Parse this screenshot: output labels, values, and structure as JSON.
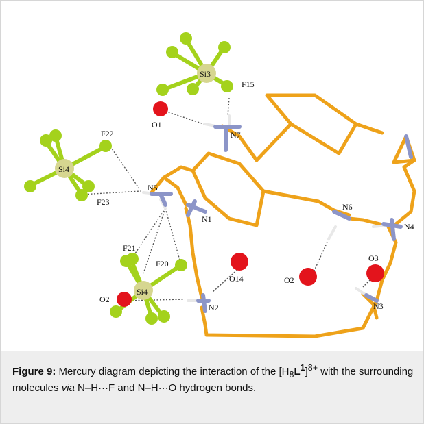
{
  "figure": {
    "atom_labels": {
      "si3": "Si3",
      "si4a": "Si4",
      "si4b": "Si4",
      "f15": "F15",
      "f22": "F22",
      "f23": "F23",
      "f21": "F21",
      "f20": "F20",
      "o1": "O1",
      "o2": "O2",
      "o14": "O14",
      "o2b": "O2",
      "o3": "O3",
      "n1": "N1",
      "n2": "N2",
      "n3": "N3",
      "n4": "N4",
      "n5": "N5",
      "n6": "N6",
      "n7": "N7"
    },
    "colors": {
      "carbon_bond": "#eea21a",
      "nitrogen": "#8c95c8",
      "fluorine": "#a4d21c",
      "silicon": "#d6d690",
      "oxygen": "#e3141c",
      "hbond": "#555555"
    }
  },
  "caption": {
    "label": "Figure 9:",
    "text_1": " Mercury diagram depicting the interaction of the [H",
    "sub_8": "8",
    "ligand": "L",
    "sup_1": "1",
    "bracket": "]",
    "sup_charge": "8+",
    "text_2": " with the surrounding molecules ",
    "via": "via",
    "text_3": " N–H···F and N–H···O hydrogen bonds."
  }
}
